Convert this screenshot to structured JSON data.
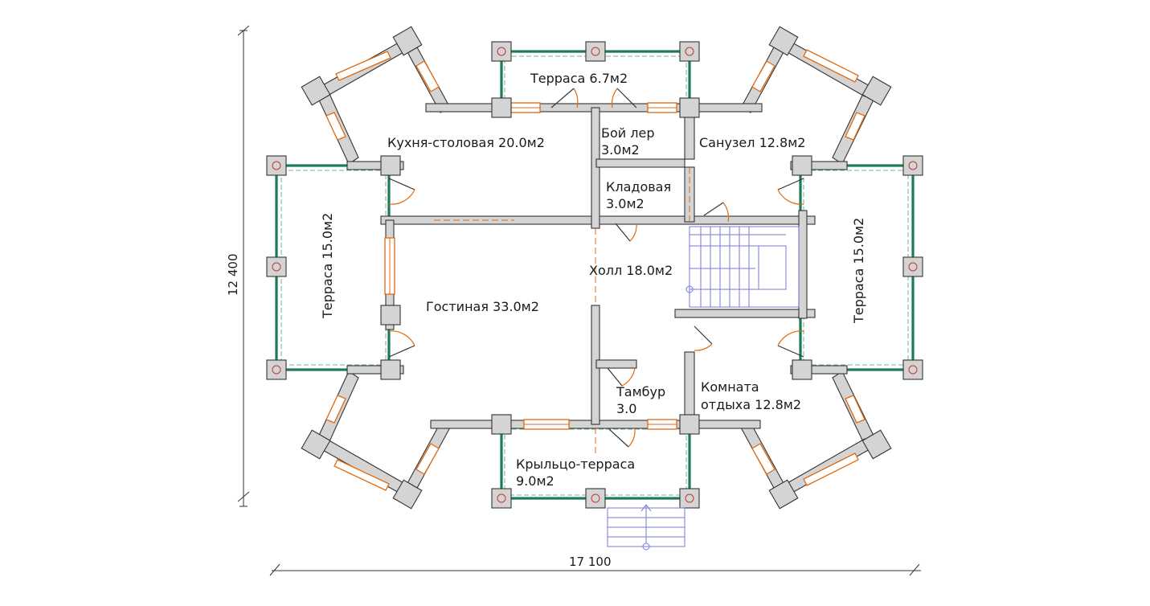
{
  "rooms": {
    "terrace_top": "Терраса 6.7м2",
    "boiler_1": "Бой лер",
    "boiler_2": "3.0м2",
    "kitchen": "Кухня-столовая 20.0м2",
    "bathroom": "Санузел 12.8м2",
    "pantry_1": "Кладовая",
    "pantry_2": "3.0м2",
    "terrace_left": "Терраса 15.0м2",
    "terrace_right": "Терраса 15.0м2",
    "hall": "Холл 18.0м2",
    "living": "Гостиная 33.0м2",
    "vestibule_1": "Тамбур",
    "vestibule_2": "3.0",
    "rest_1": "Комната",
    "rest_2": "отдыха 12.8м2",
    "porch_1": "Крыльцо-терраса",
    "porch_2": "9.0м2"
  },
  "dimensions": {
    "height": "12 400",
    "width": "17 100"
  },
  "colors": {
    "wall_fill": "#d4d4d4",
    "window": "#e06a10",
    "railing": "#1e7a55",
    "stair": "#7a78d8"
  }
}
